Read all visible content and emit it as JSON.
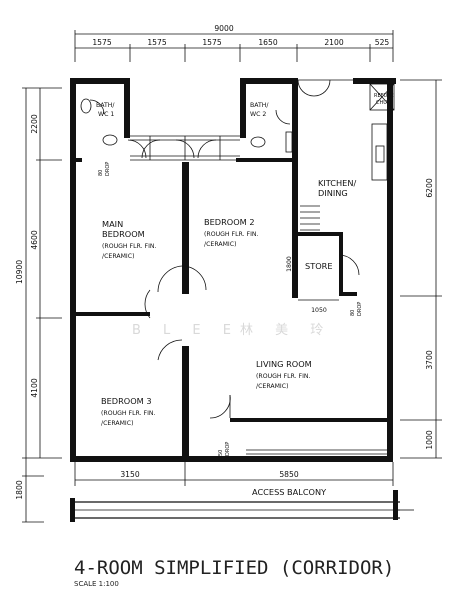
{
  "plan": {
    "title": "4-ROOM SIMPLIFIED (CORRIDOR)",
    "scale": "SCALE 1:100",
    "watermark_latin": "B L E E",
    "watermark_cjk": "林 美 玲"
  },
  "dimensions": {
    "overall_width": "9000",
    "top": [
      "1575",
      "1575",
      "1575",
      "1650",
      "2100",
      "525"
    ],
    "bottom": [
      "3150",
      "5850"
    ],
    "left_overall": "10900",
    "left": [
      "2200",
      "4600",
      "4100"
    ],
    "right": [
      "6200",
      "3700",
      "1000"
    ],
    "balcony_depth": "1800",
    "store_height": "1800",
    "store_width": "1050"
  },
  "rooms": {
    "bath_1": [
      "BATH/",
      "WC 1"
    ],
    "bath_2": [
      "BATH/",
      "WC 2"
    ],
    "kitchen": [
      "KITCHEN/",
      "DINING"
    ],
    "main_bedroom": [
      "MAIN",
      "BEDROOM",
      "(ROUGH FLR. FIN.",
      "/CERAMIC)"
    ],
    "bedroom_2": [
      "BEDROOM 2",
      "(ROUGH FLR. FIN.",
      "/CERAMIC)"
    ],
    "store": "STORE",
    "bedroom_3": [
      "BEDROOM 3",
      "(ROUGH FLR. FIN.",
      "/CERAMIC)"
    ],
    "living_room": [
      "LIVING ROOM",
      "(ROUGH FLR. FIN.",
      "/CERAMIC)"
    ],
    "refuse_chute": [
      "REFUSE",
      "CHUTE"
    ],
    "access_balcony": "ACCESS BALCONY"
  },
  "drops": {
    "bath_drop": [
      "80",
      "DROP"
    ],
    "store_drop": [
      "80",
      "DROP"
    ],
    "entrance_drop": [
      "50",
      "DROP"
    ]
  }
}
